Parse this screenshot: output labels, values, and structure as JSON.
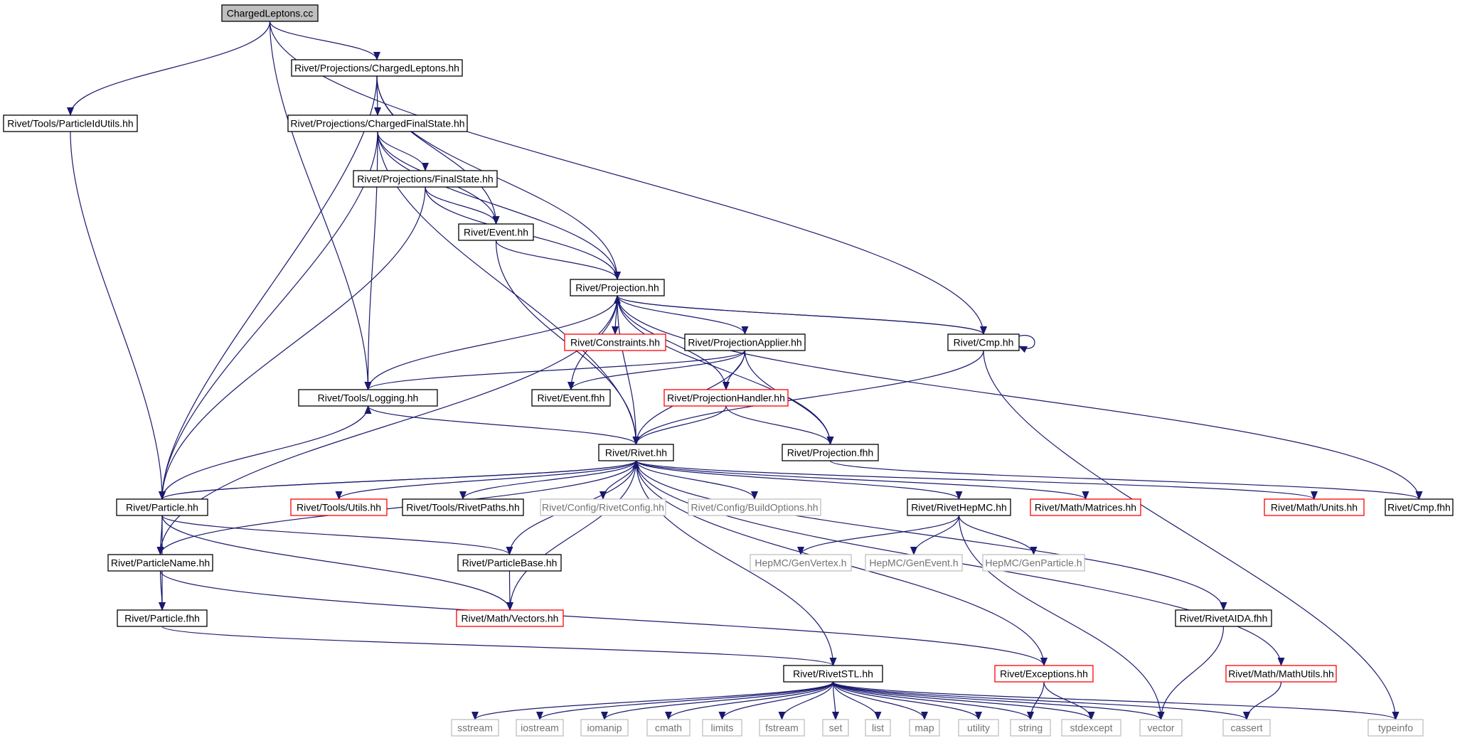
{
  "colors": {
    "edge": "#191970",
    "border_normal": "#000000",
    "border_truncated": "#ff0000",
    "border_system": "#bfbfbf",
    "fill_root": "#bfbfbf",
    "fill_node": "#ffffff",
    "text_normal": "#000000",
    "text_system": "#737373"
  },
  "nodes": {
    "cl_cc": {
      "label": "ChargedLeptons.cc",
      "kind": "root"
    },
    "proj_cl": {
      "label": "Rivet/Projections/ChargedLeptons.hh",
      "kind": "normal"
    },
    "pidutils": {
      "label": "Rivet/Tools/ParticleIdUtils.hh",
      "kind": "normal"
    },
    "cfs": {
      "label": "Rivet/Projections/ChargedFinalState.hh",
      "kind": "normal"
    },
    "fs": {
      "label": "Rivet/Projections/FinalState.hh",
      "kind": "normal"
    },
    "event_hh": {
      "label": "Rivet/Event.hh",
      "kind": "normal"
    },
    "projection_hh": {
      "label": "Rivet/Projection.hh",
      "kind": "normal"
    },
    "constraints": {
      "label": "Rivet/Constraints.hh",
      "kind": "truncated"
    },
    "projapplier": {
      "label": "Rivet/ProjectionApplier.hh",
      "kind": "normal"
    },
    "cmp_hh": {
      "label": "Rivet/Cmp.hh",
      "kind": "normal"
    },
    "logging": {
      "label": "Rivet/Tools/Logging.hh",
      "kind": "normal"
    },
    "event_fhh": {
      "label": "Rivet/Event.fhh",
      "kind": "normal"
    },
    "projhandler": {
      "label": "Rivet/ProjectionHandler.hh",
      "kind": "truncated"
    },
    "rivet_hh": {
      "label": "Rivet/Rivet.hh",
      "kind": "normal"
    },
    "projection_fhh": {
      "label": "Rivet/Projection.fhh",
      "kind": "normal"
    },
    "particle_hh": {
      "label": "Rivet/Particle.hh",
      "kind": "normal"
    },
    "tools_utils": {
      "label": "Rivet/Tools/Utils.hh",
      "kind": "truncated"
    },
    "rivetpaths": {
      "label": "Rivet/Tools/RivetPaths.hh",
      "kind": "normal"
    },
    "rivetconfig": {
      "label": "Rivet/Config/RivetConfig.hh",
      "kind": "system"
    },
    "buildoptions": {
      "label": "Rivet/Config/BuildOptions.hh",
      "kind": "system"
    },
    "rivethepmc": {
      "label": "Rivet/RivetHepMC.hh",
      "kind": "normal"
    },
    "matrices": {
      "label": "Rivet/Math/Matrices.hh",
      "kind": "truncated"
    },
    "units": {
      "label": "Rivet/Math/Units.hh",
      "kind": "truncated"
    },
    "cmp_fhh": {
      "label": "Rivet/Cmp.fhh",
      "kind": "normal"
    },
    "particlename": {
      "label": "Rivet/ParticleName.hh",
      "kind": "normal"
    },
    "particlebase": {
      "label": "Rivet/ParticleBase.hh",
      "kind": "normal"
    },
    "genvertex": {
      "label": "HepMC/GenVertex.h",
      "kind": "system"
    },
    "genevent": {
      "label": "HepMC/GenEvent.h",
      "kind": "system"
    },
    "genparticle": {
      "label": "HepMC/GenParticle.h",
      "kind": "system"
    },
    "particle_fhh": {
      "label": "Rivet/Particle.fhh",
      "kind": "normal"
    },
    "vectors": {
      "label": "Rivet/Math/Vectors.hh",
      "kind": "truncated"
    },
    "rivetaida": {
      "label": "Rivet/RivetAIDA.fhh",
      "kind": "normal"
    },
    "rivetstl": {
      "label": "Rivet/RivetSTL.hh",
      "kind": "normal"
    },
    "exceptions": {
      "label": "Rivet/Exceptions.hh",
      "kind": "truncated"
    },
    "mathutils": {
      "label": "Rivet/Math/MathUtils.hh",
      "kind": "truncated"
    },
    "sstream": {
      "label": "sstream",
      "kind": "system"
    },
    "iostream": {
      "label": "iostream",
      "kind": "system"
    },
    "iomanip": {
      "label": "iomanip",
      "kind": "system"
    },
    "cmath": {
      "label": "cmath",
      "kind": "system"
    },
    "limits": {
      "label": "limits",
      "kind": "system"
    },
    "fstream": {
      "label": "fstream",
      "kind": "system"
    },
    "set": {
      "label": "set",
      "kind": "system"
    },
    "list": {
      "label": "list",
      "kind": "system"
    },
    "map": {
      "label": "map",
      "kind": "system"
    },
    "utility": {
      "label": "utility",
      "kind": "system"
    },
    "string": {
      "label": "string",
      "kind": "system"
    },
    "stdexcept": {
      "label": "stdexcept",
      "kind": "system"
    },
    "vector": {
      "label": "vector",
      "kind": "system"
    },
    "cassert": {
      "label": "cassert",
      "kind": "system"
    },
    "typeinfo": {
      "label": "typeinfo",
      "kind": "system"
    }
  },
  "edges": [
    [
      "cl_cc",
      "proj_cl"
    ],
    [
      "cl_cc",
      "pidutils"
    ],
    [
      "cl_cc",
      "logging"
    ],
    [
      "cl_cc",
      "cmp_hh"
    ],
    [
      "proj_cl",
      "cfs"
    ],
    [
      "proj_cl",
      "event_hh"
    ],
    [
      "proj_cl",
      "projection_hh"
    ],
    [
      "proj_cl",
      "particle_hh"
    ],
    [
      "pidutils",
      "particle_hh"
    ],
    [
      "cfs",
      "fs"
    ],
    [
      "cfs",
      "event_hh"
    ],
    [
      "cfs",
      "projection_hh"
    ],
    [
      "cfs",
      "logging"
    ],
    [
      "cfs",
      "rivet_hh"
    ],
    [
      "cfs",
      "particle_hh"
    ],
    [
      "fs",
      "event_hh"
    ],
    [
      "fs",
      "projection_hh"
    ],
    [
      "fs",
      "particle_hh"
    ],
    [
      "event_hh",
      "projection_hh"
    ],
    [
      "event_hh",
      "rivet_hh"
    ],
    [
      "projection_hh",
      "constraints"
    ],
    [
      "projection_hh",
      "projapplier"
    ],
    [
      "projection_hh",
      "cmp_hh"
    ],
    [
      "projection_hh",
      "event_fhh"
    ],
    [
      "projection_hh",
      "logging"
    ],
    [
      "projection_hh",
      "projhandler"
    ],
    [
      "projection_hh",
      "rivet_hh"
    ],
    [
      "projection_hh",
      "projection_fhh"
    ],
    [
      "projection_hh",
      "cmp_fhh"
    ],
    [
      "projection_hh",
      "particlename"
    ],
    [
      "cmp_hh",
      "projection_hh"
    ],
    [
      "cmp_hh",
      "cmp_hh"
    ],
    [
      "cmp_hh",
      "rivet_hh"
    ],
    [
      "cmp_hh",
      "typeinfo"
    ],
    [
      "projapplier",
      "logging"
    ],
    [
      "projapplier",
      "event_fhh"
    ],
    [
      "projapplier",
      "projhandler"
    ],
    [
      "projapplier",
      "rivet_hh"
    ],
    [
      "projapplier",
      "projection_fhh"
    ],
    [
      "projhandler",
      "rivet_hh"
    ],
    [
      "projhandler",
      "projection_fhh"
    ],
    [
      "logging",
      "rivet_hh"
    ],
    [
      "particle_hh",
      "logging"
    ],
    [
      "projection_fhh",
      "cmp_fhh"
    ],
    [
      "rivet_hh",
      "particle_hh"
    ],
    [
      "rivet_hh",
      "tools_utils"
    ],
    [
      "rivet_hh",
      "rivetpaths"
    ],
    [
      "rivet_hh",
      "rivetconfig"
    ],
    [
      "rivet_hh",
      "buildoptions"
    ],
    [
      "rivet_hh",
      "rivethepmc"
    ],
    [
      "rivet_hh",
      "matrices"
    ],
    [
      "rivet_hh",
      "units"
    ],
    [
      "rivet_hh",
      "particlename"
    ],
    [
      "rivet_hh",
      "vectors"
    ],
    [
      "rivet_hh",
      "rivetaida"
    ],
    [
      "rivet_hh",
      "rivetstl"
    ],
    [
      "rivet_hh",
      "exceptions"
    ],
    [
      "rivet_hh",
      "mathutils"
    ],
    [
      "particle_hh",
      "rivet_hh"
    ],
    [
      "particle_hh",
      "particlename"
    ],
    [
      "particle_hh",
      "particle_fhh"
    ],
    [
      "particle_hh",
      "particlebase"
    ],
    [
      "particle_hh",
      "vectors"
    ],
    [
      "particlebase",
      "rivet_hh"
    ],
    [
      "particlebase",
      "vectors"
    ],
    [
      "particlename",
      "particle_fhh"
    ],
    [
      "particlename",
      "exceptions"
    ],
    [
      "particle_fhh",
      "rivetstl"
    ],
    [
      "rivethepmc",
      "genvertex"
    ],
    [
      "rivethepmc",
      "genevent"
    ],
    [
      "rivethepmc",
      "genparticle"
    ],
    [
      "rivethepmc",
      "vector"
    ],
    [
      "rivetaida",
      "vector"
    ],
    [
      "exceptions",
      "string"
    ],
    [
      "exceptions",
      "stdexcept"
    ],
    [
      "mathutils",
      "cassert"
    ],
    [
      "rivetstl",
      "sstream"
    ],
    [
      "rivetstl",
      "iostream"
    ],
    [
      "rivetstl",
      "iomanip"
    ],
    [
      "rivetstl",
      "cmath"
    ],
    [
      "rivetstl",
      "limits"
    ],
    [
      "rivetstl",
      "fstream"
    ],
    [
      "rivetstl",
      "set"
    ],
    [
      "rivetstl",
      "list"
    ],
    [
      "rivetstl",
      "map"
    ],
    [
      "rivetstl",
      "utility"
    ],
    [
      "rivetstl",
      "string"
    ],
    [
      "rivetstl",
      "stdexcept"
    ],
    [
      "rivetstl",
      "vector"
    ],
    [
      "rivetstl",
      "cassert"
    ],
    [
      "rivetstl",
      "typeinfo"
    ]
  ]
}
